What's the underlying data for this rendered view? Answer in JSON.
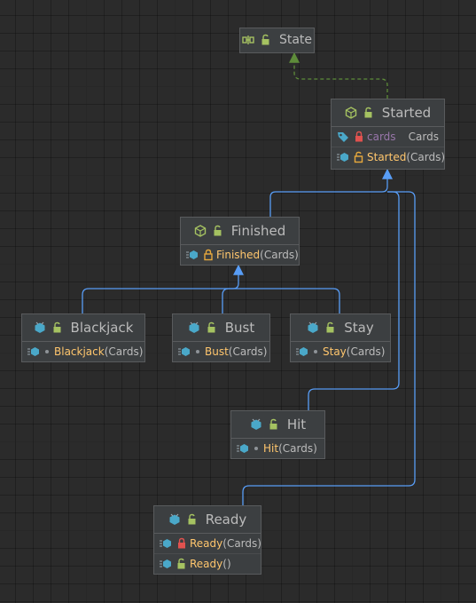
{
  "diagram": {
    "nodes": {
      "state": {
        "title": "State"
      },
      "started": {
        "title": "Started",
        "fields": [
          {
            "name": "cards",
            "type": "Cards"
          }
        ],
        "methods": [
          {
            "name": "Started",
            "params": "(Cards)"
          }
        ]
      },
      "finished": {
        "title": "Finished",
        "methods": [
          {
            "name": "Finished",
            "params": "(Cards)"
          }
        ]
      },
      "blackjack": {
        "title": "Blackjack",
        "methods": [
          {
            "name": "Blackjack",
            "params": "(Cards)"
          }
        ]
      },
      "bust": {
        "title": "Bust",
        "methods": [
          {
            "name": "Bust",
            "params": "(Cards)"
          }
        ]
      },
      "stay": {
        "title": "Stay",
        "methods": [
          {
            "name": "Stay",
            "params": "(Cards)"
          }
        ]
      },
      "hit": {
        "title": "Hit",
        "methods": [
          {
            "name": "Hit",
            "params": "(Cards)"
          }
        ]
      },
      "ready": {
        "title": "Ready",
        "methods": [
          {
            "name": "Ready",
            "params": "(Cards)"
          },
          {
            "name": "Ready",
            "params": "()"
          }
        ]
      }
    },
    "relations": [
      {
        "from": "Started",
        "to": "State",
        "kind": "implements"
      },
      {
        "from": "Finished",
        "to": "Started",
        "kind": "extends"
      },
      {
        "from": "Hit",
        "to": "Started",
        "kind": "extends"
      },
      {
        "from": "Ready",
        "to": "Started",
        "kind": "extends"
      },
      {
        "from": "Blackjack",
        "to": "Finished",
        "kind": "extends"
      },
      {
        "from": "Bust",
        "to": "Finished",
        "kind": "extends"
      },
      {
        "from": "Stay",
        "to": "Finished",
        "kind": "extends"
      }
    ],
    "colors": {
      "background": "#2b2b2b",
      "node": "#3c3f41",
      "extends_edge": "#589df6",
      "implements_edge": "#5e8c3a",
      "method_name": "#ffc66d",
      "field_name": "#9876aa"
    },
    "icons": {
      "interface": "interface-icon",
      "abstract_class": "abstract-class-icon",
      "final_class": "final-class-icon",
      "method": "method-icon",
      "field": "field-icon",
      "open_lock": "public-lock-icon",
      "closed_lock": "private-lock-icon"
    }
  }
}
